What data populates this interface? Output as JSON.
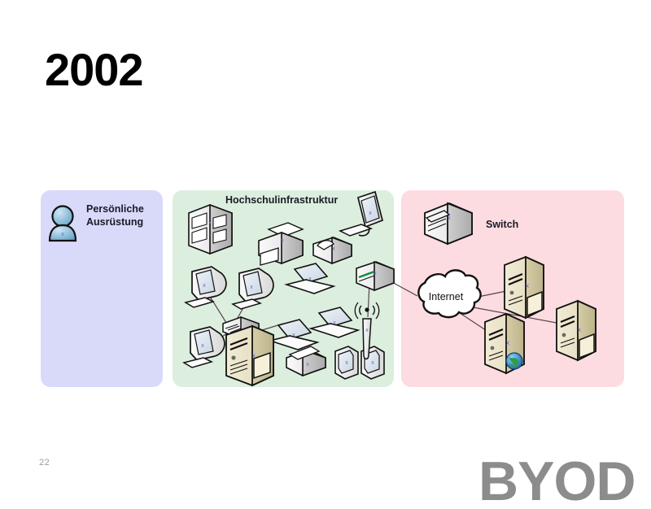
{
  "slide": {
    "title": "2002",
    "page_number": "22",
    "watermark": "BYOD",
    "background_color": "#ffffff"
  },
  "zones": [
    {
      "id": "personal",
      "label": "Persönliche\nAusrüstung",
      "color": "#d9d9fa",
      "icons": [
        "user-icon"
      ]
    },
    {
      "id": "campus",
      "label": "Hochschulinfrastruktur",
      "color": "#dceedd",
      "icons": [
        "server-rack-icon",
        "printer-icon",
        "projector-icon",
        "tablet-icon",
        "keyboard-icon",
        "desktop-computer-icon",
        "desktop-computer-icon",
        "desktop-computer-icon",
        "laptop-icon",
        "laptop-icon",
        "laptop-icon",
        "tower-server-icon",
        "switch-icon",
        "router-icon",
        "wifi-antenna-icon",
        "scanner-icon",
        "pda-icon",
        "pda-icon"
      ]
    },
    {
      "id": "internet",
      "label": "Switch",
      "color": "#fcdce0",
      "cloud_label": "Internet",
      "icons": [
        "switch-icon",
        "server-icon",
        "server-icon",
        "server-icon",
        "globe-icon"
      ]
    }
  ],
  "colors": {
    "title_text": "#000000",
    "label_text": "#1a1a28",
    "page_number_text": "#9b9b9b",
    "watermark_text": "#8c8c8c",
    "personal_zone": "#d9d9fa",
    "campus_zone": "#dceedd",
    "internet_zone": "#fcdce0",
    "device_body": "#f2f2f2",
    "server_body": "#e9e3cb",
    "outline": "#111111",
    "link_line": "#5a4a55"
  }
}
